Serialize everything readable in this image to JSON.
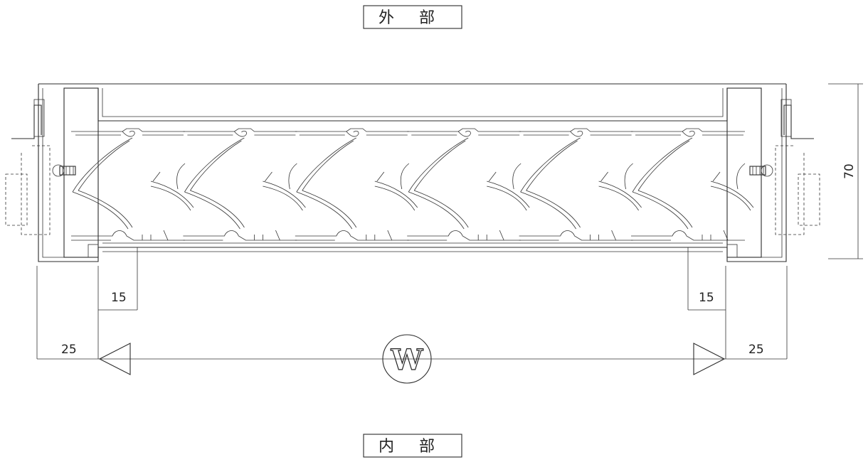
{
  "labels": {
    "exterior": "外 部",
    "interior": "内 部",
    "width_symbol": "W"
  },
  "dimensions": {
    "left_margin": "25",
    "right_margin": "25",
    "left_overlap": "15",
    "right_overlap": "15",
    "depth": "70"
  },
  "louver_blades": {
    "count": 6
  }
}
